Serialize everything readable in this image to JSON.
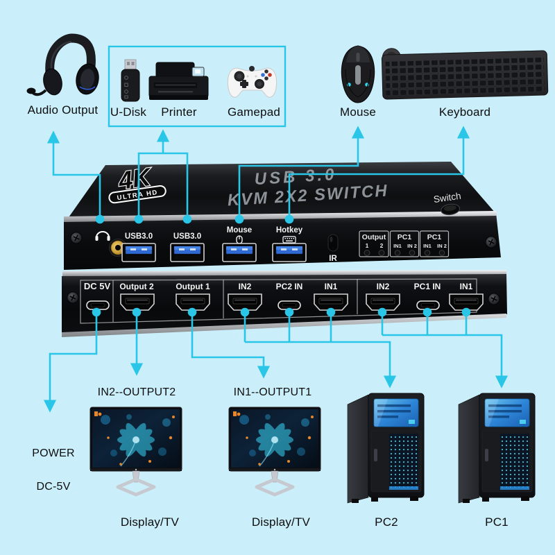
{
  "colors": {
    "background": "#cbeffa",
    "accent": "#29c6e8"
  },
  "peripherals": {
    "audio_output": "Audio Output",
    "u_disk": "U-Disk",
    "printer": "Printer",
    "gamepad": "Gamepad",
    "mouse": "Mouse",
    "keyboard": "Keyboard"
  },
  "device": {
    "badge": {
      "top": "4K",
      "bottom": "ULTRA HD"
    },
    "title_line1": "USB 3.0",
    "title_line2": "KVM 2X2 SWITCH",
    "switch_button": "Switch",
    "front": {
      "usb_port1": "USB3.0",
      "usb_port2": "USB3.0",
      "mouse_port": "Mouse",
      "hotkey_port": "Hotkey",
      "ir": "IR",
      "output_panel": {
        "title": "Output",
        "led1": "1",
        "led2": "2"
      },
      "pc_panel_left": {
        "title": "PC1",
        "led1": "IN1",
        "led2": "IN 2"
      },
      "pc_panel_right": {
        "title": "PC1",
        "led1": "IN1",
        "led2": "IN 2"
      }
    },
    "back": {
      "dc": "DC 5V",
      "output2": "Output 2",
      "output1": "Output 1",
      "in2_left": "IN2",
      "pc2_in": "PC2 IN",
      "in1_left": "IN1",
      "in2_right": "IN2",
      "pc1_in": "PC1 IN",
      "in1_right": "IN1"
    }
  },
  "bottom": {
    "power_line1": "POWER",
    "power_line2": "DC-5V",
    "mapping_left": "IN2--OUTPUT2",
    "mapping_right": "IN1--OUTPUT1",
    "display_left": "Display/TV",
    "display_right": "Display/TV",
    "pc_left": "PC2",
    "pc_right": "PC1"
  }
}
